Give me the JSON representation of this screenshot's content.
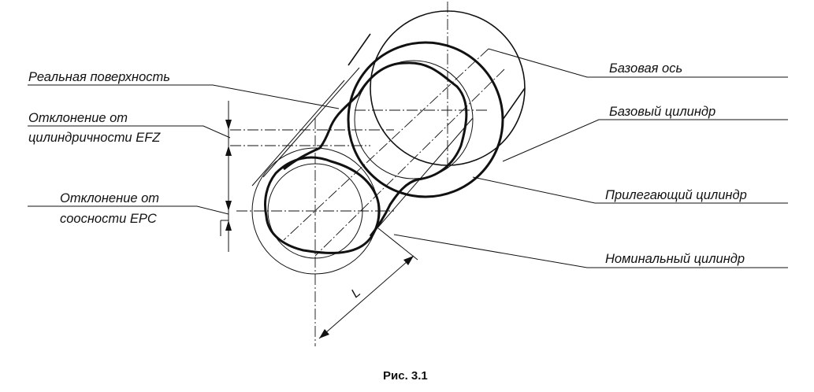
{
  "figure": {
    "caption": "Рис. 3.1",
    "labels": {
      "real_surface": "Реальная поверхность",
      "cyl_dev_line1": "Отклонение от",
      "cyl_dev_line2": "цилиндричности EFZ",
      "coax_dev_line1": "Отклонение от",
      "coax_dev_line2": "соосности EPC",
      "base_axis": "Базовая ось",
      "base_cylinder": "Базовый цилиндр",
      "adjacent_cylinder": "Прилегающий цилиндр",
      "nominal_cylinder": "Номинальный цилиндр",
      "length": "L"
    }
  }
}
